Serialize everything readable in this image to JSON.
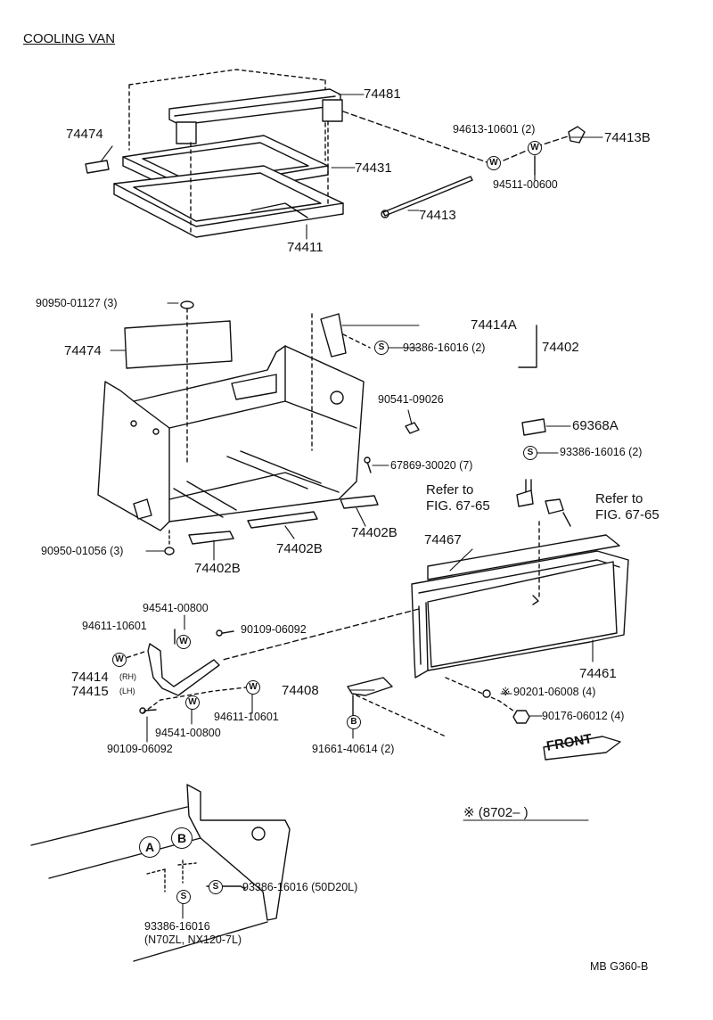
{
  "title": "COOLING VAN",
  "figure_code": "MB  G360-B",
  "serial_note": "※ (8702–        )",
  "front_label": "FRONT",
  "parts": {
    "p74481": "74481",
    "p74474a": "74474",
    "p74431": "74431",
    "p74411": "74411",
    "p94613": "94613-10601 (2)",
    "p74413b": "74413B",
    "p94511": "94511-00600",
    "p74413": "74413",
    "p90950a": "90950-01127 (3)",
    "p74474b": "74474",
    "p74414a": "74414A",
    "p93386a": "93386-16016 (2)",
    "p74402": "74402",
    "p90541": "90541-09026",
    "p69368a": "69368A",
    "p93386b": "93386-16016 (2)",
    "p67869": "67869-30020 (7)",
    "p90950b": "90950-01056 (3)",
    "p74402b1": "74402B",
    "p74402b2": "74402B",
    "p74402b3": "74402B",
    "refer1": "Refer to",
    "fig1": "FIG. 67-65",
    "refer2": "Refer to",
    "fig2": "FIG. 67-65",
    "p74467": "74467",
    "p94541a": "94541-00800",
    "p94611a": "94611-10601",
    "p90109a": "90109-06092",
    "p74414": "74414",
    "rh": "(RH)",
    "p74415": "74415",
    "lh": "(LH)",
    "p74408": "74408",
    "p94611b": "94611-10601",
    "p94541b": "94541-00800",
    "p90109b": "90109-06092",
    "p91661": "91661-40614 (2)",
    "p74461": "74461",
    "p90201": "※ 90201-06008 (4)",
    "p90176": "90176-06012 (4)",
    "p93386c": "93386-16016 (50D20L)",
    "p93386d": "93386-16016",
    "p93386d_note": "(N70ZL, NX120-7L)"
  },
  "badges": {
    "w": "W",
    "s": "S",
    "b": "B",
    "a": "A"
  }
}
